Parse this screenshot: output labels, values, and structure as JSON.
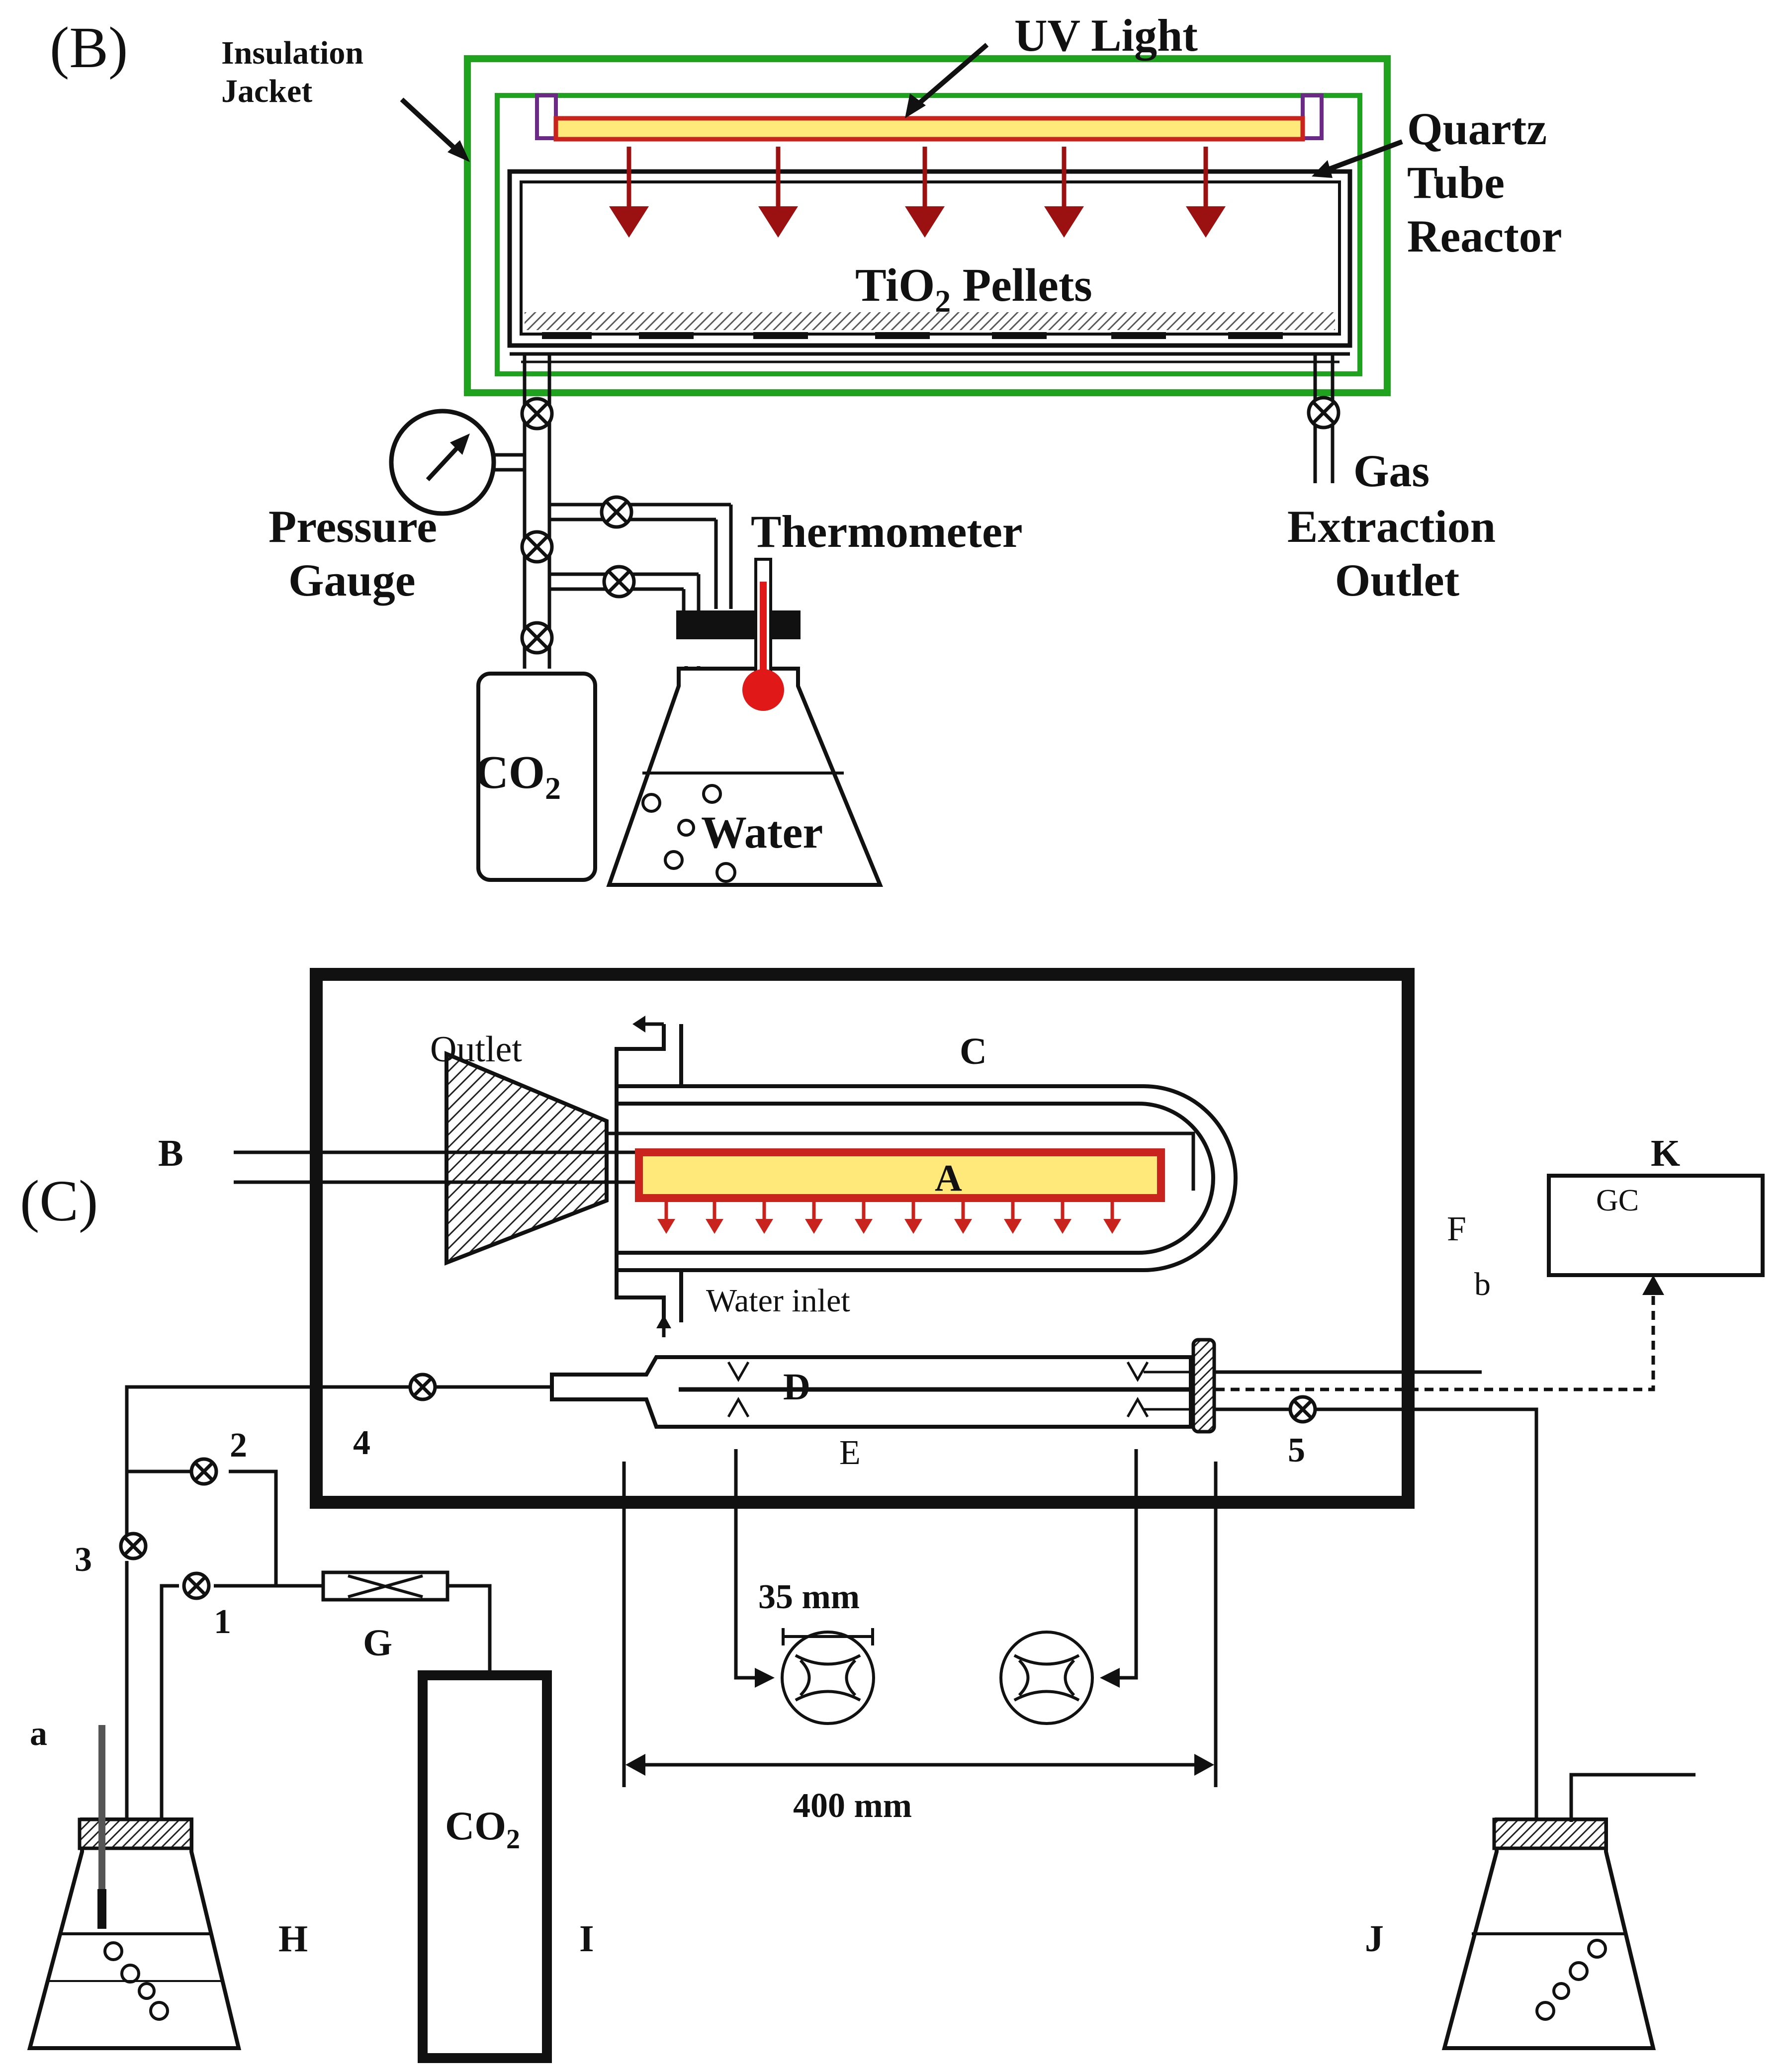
{
  "panel_b": {
    "panel_label": "(B)",
    "insulation_jacket": [
      "Insulation",
      "Jacket"
    ],
    "uv_light": "UV Light",
    "quartz_tube_reactor": [
      "Quartz",
      "Tube",
      "Reactor"
    ],
    "tio2_pellets_main": "TiO",
    "tio2_pellets_sub": "2",
    "tio2_pellets_rest": " Pellets",
    "pressure_gauge": [
      "Pressure",
      "Gauge"
    ],
    "thermometer": "Thermometer",
    "gas_extraction_outlet": [
      "Gas",
      "Extraction",
      "Outlet"
    ],
    "co2_main": "CO",
    "co2_sub": "2",
    "water": "Water"
  },
  "panel_c": {
    "panel_label": "(C)",
    "outlet": "Outlet",
    "water_inlet": "Water inlet",
    "letter_a": "A",
    "letter_b": "B",
    "letter_c": "C",
    "letter_d": "D",
    "letter_e": "E",
    "letter_f": "F",
    "letter_g": "G",
    "letter_h": "H",
    "letter_i": "I",
    "letter_j": "J",
    "letter_k": "K",
    "gc": "GC",
    "lower_a": "a",
    "lower_b": "b",
    "num_1": "1",
    "num_2": "2",
    "num_3": "3",
    "num_4": "4",
    "num_5": "5",
    "dim_35": "35 mm",
    "dim_400": "400 mm",
    "co2_main": "CO",
    "co2_sub": "2"
  },
  "colors": {
    "jacket_green": "#1fa31f",
    "lamp_yellow": "#ffe97a",
    "lamp_border": "#c8231c",
    "arrow_red": "#9b1010",
    "bulb_red": "#e01818",
    "lamp_end_purple": "#6b2a86"
  }
}
